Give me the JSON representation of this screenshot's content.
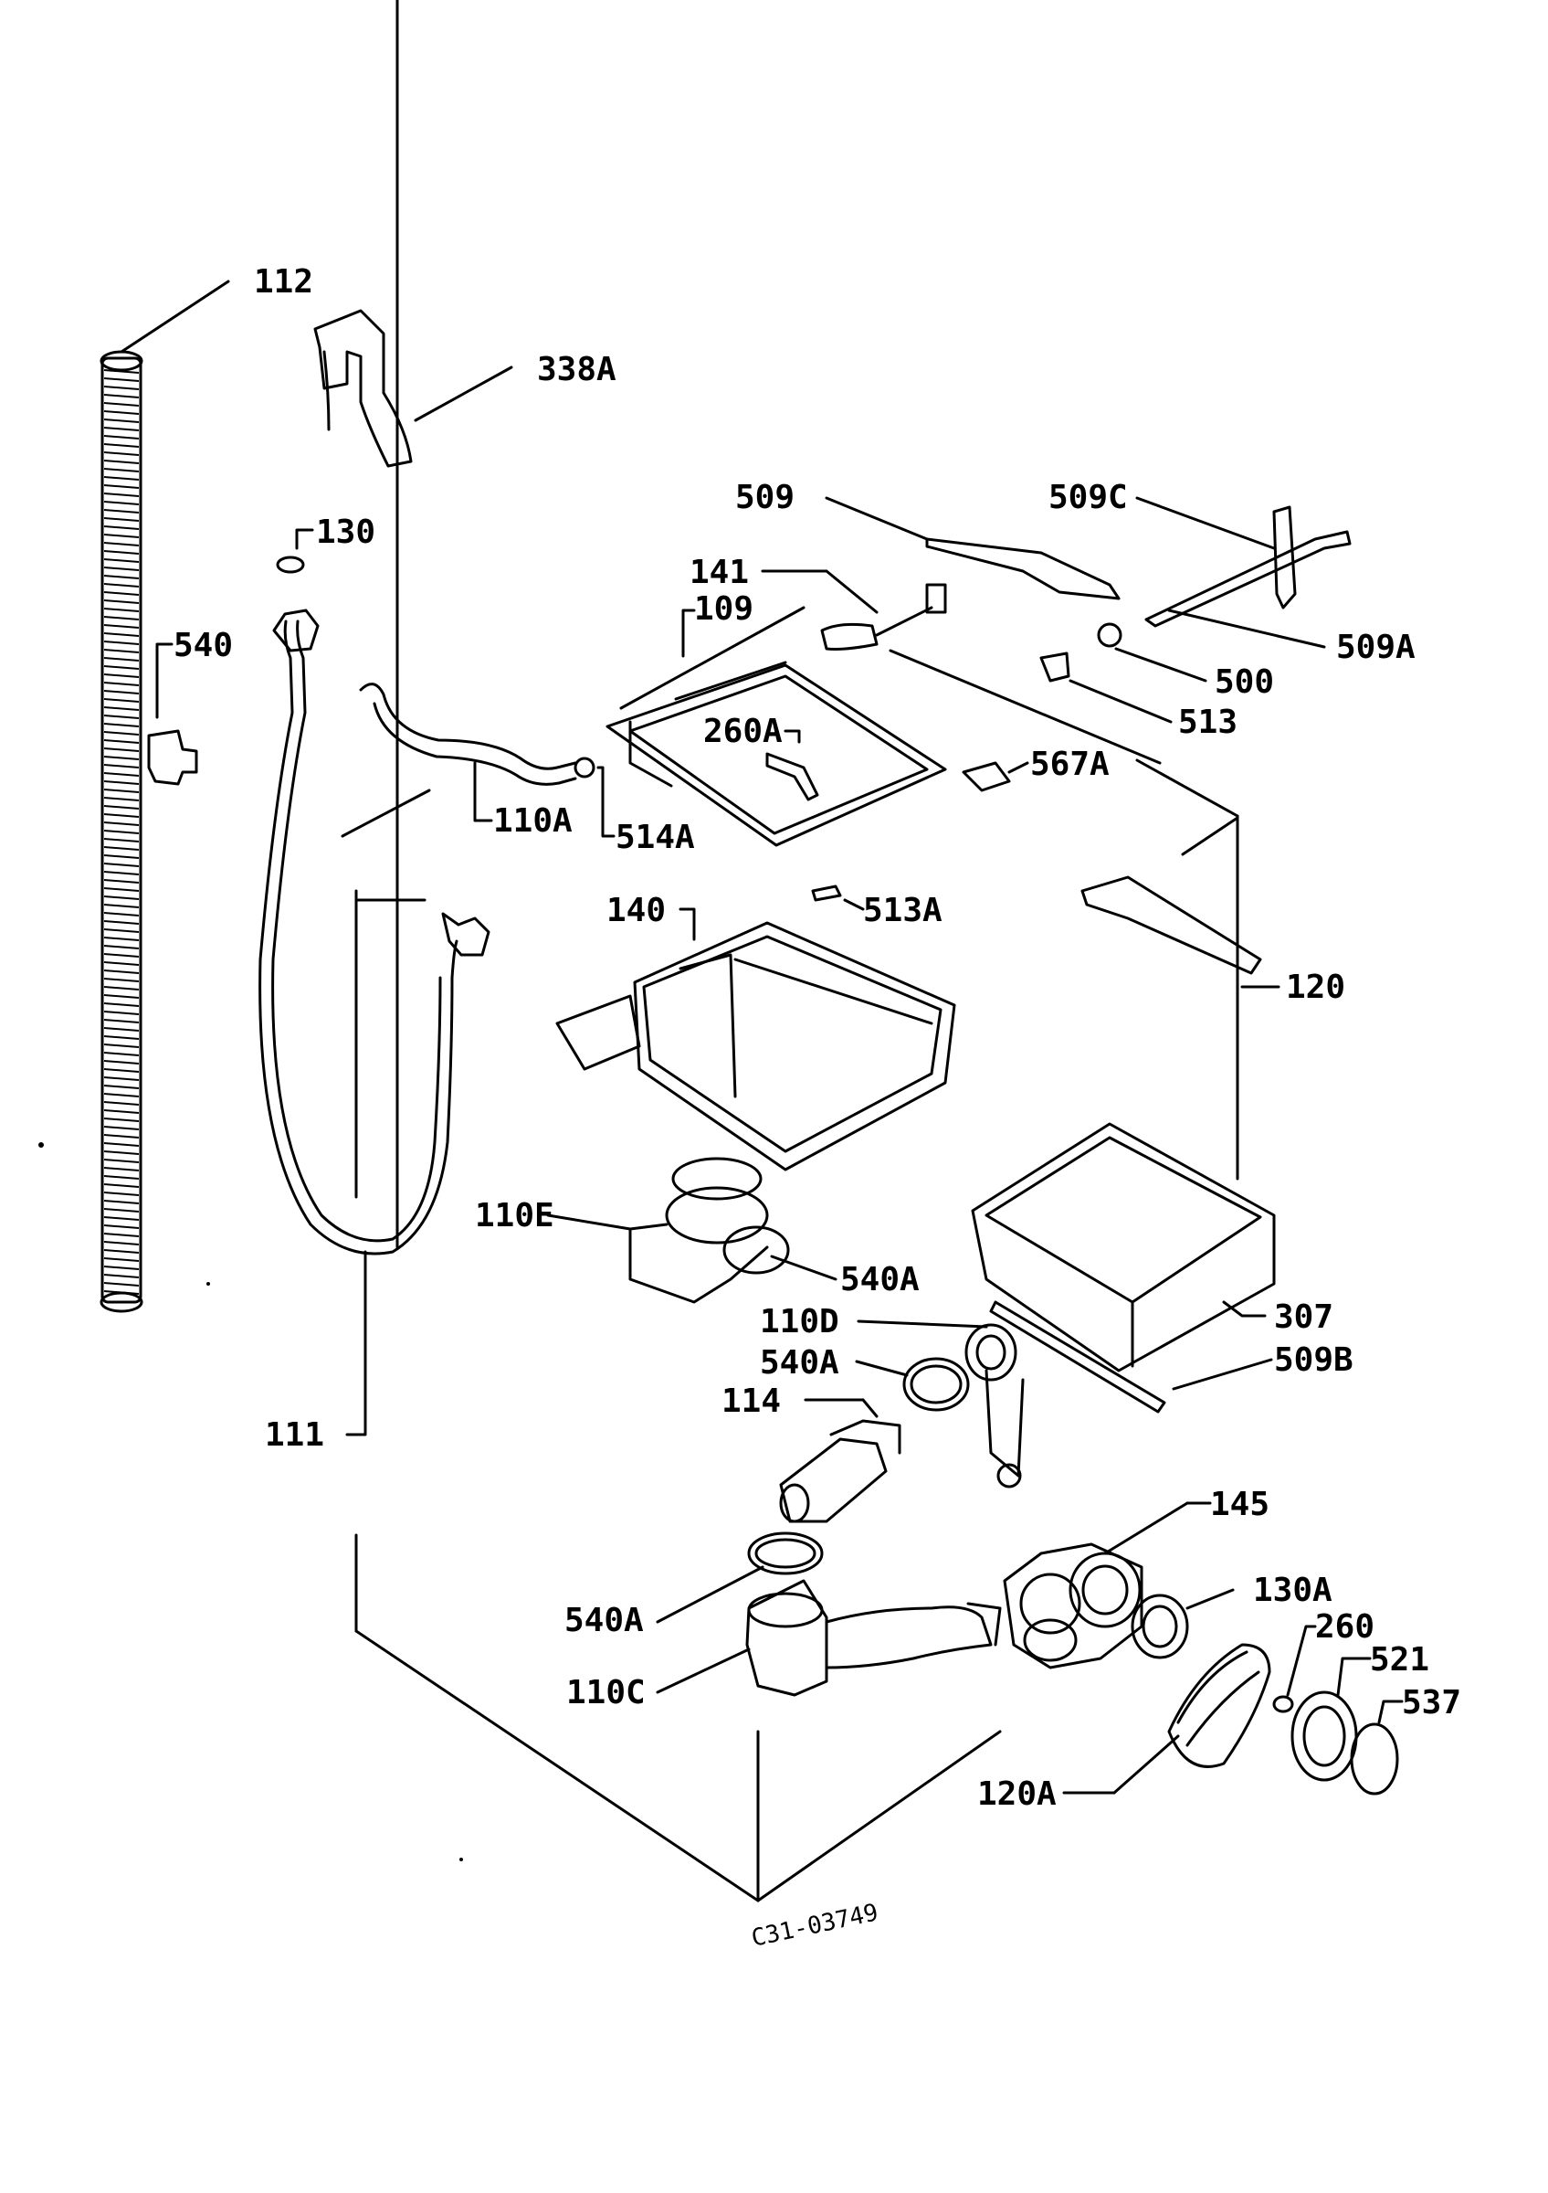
{
  "labels": {
    "p112": "112",
    "p338A": "338A",
    "p130": "130",
    "p540": "540",
    "p509": "509",
    "p509C": "509C",
    "p141": "141",
    "p109": "109",
    "p500": "500",
    "p509A": "509A",
    "p513": "513",
    "p260A": "260A",
    "p567A": "567A",
    "p110A": "110A",
    "p514A": "514A",
    "p140": "140",
    "p513A": "513A",
    "p120": "120",
    "p110E": "110E",
    "p540A_1": "540A",
    "p307": "307",
    "p110D": "110D",
    "p540A_2": "540A",
    "p509B": "509B",
    "p114": "114",
    "p111": "111",
    "p145": "145",
    "p540A_3": "540A",
    "p130A": "130A",
    "p260": "260",
    "p521": "521",
    "p537": "537",
    "p110C": "110C",
    "p120A": "120A"
  },
  "drawing_code": "C31-03749"
}
